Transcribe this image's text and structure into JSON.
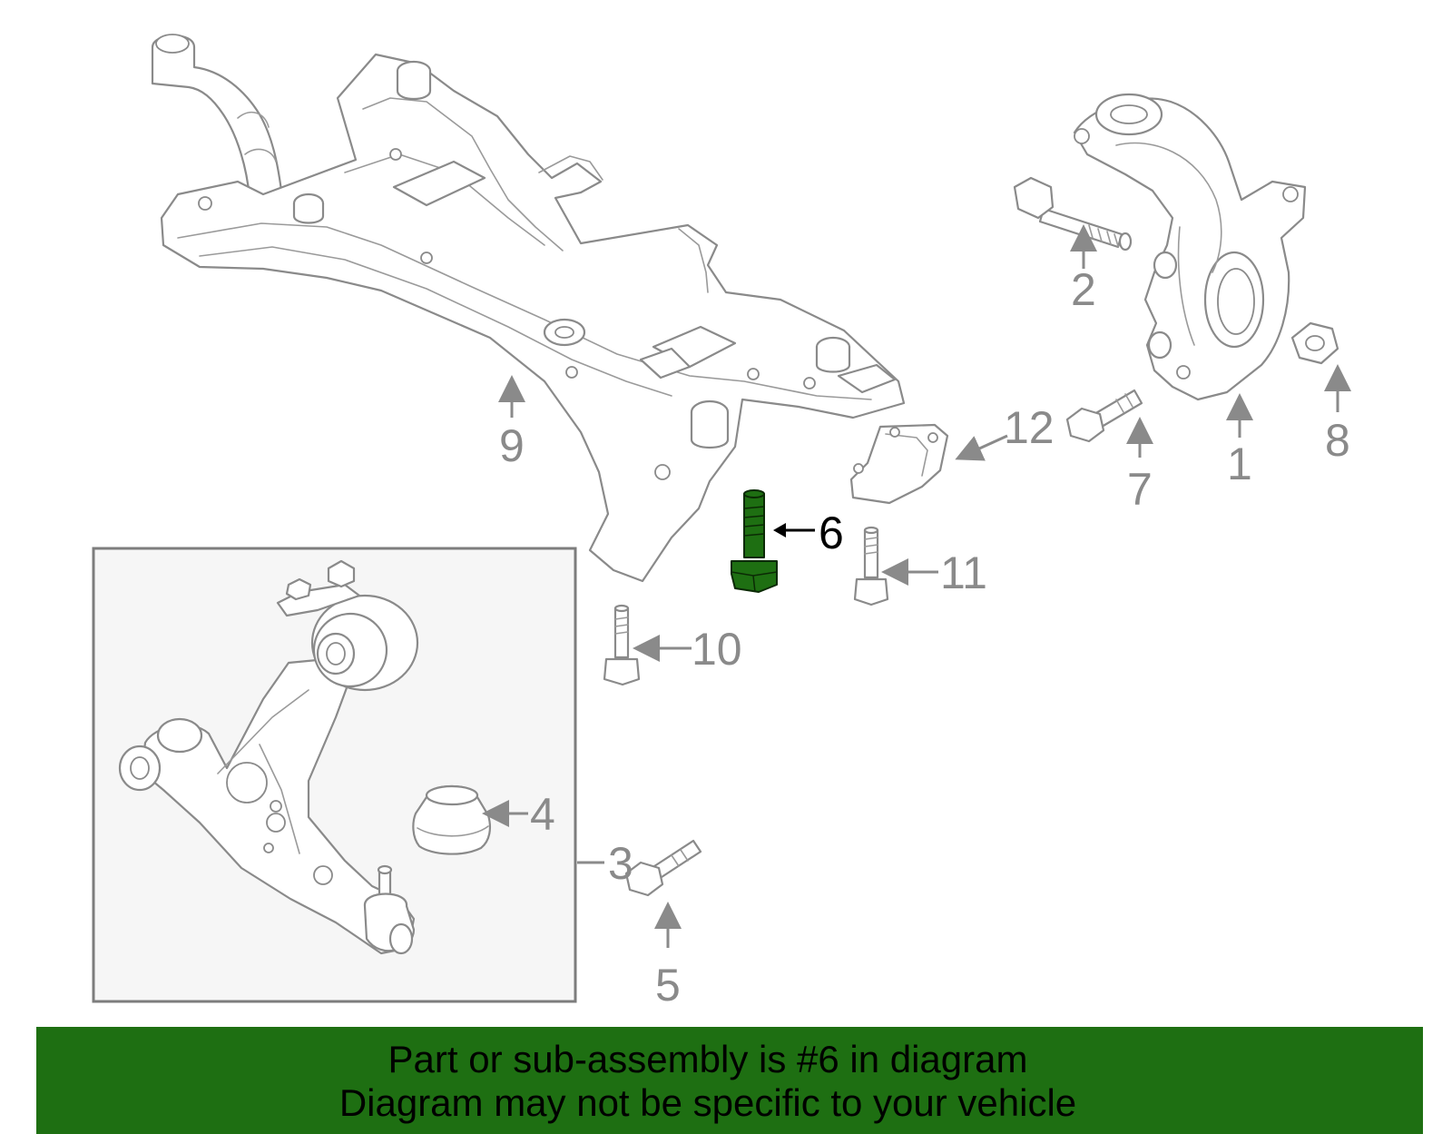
{
  "callouts": {
    "c1": "1",
    "c2": "2",
    "c3": "3",
    "c4": "4",
    "c5": "5",
    "c6": "6",
    "c7": "7",
    "c8": "8",
    "c9": "9",
    "c10": "10",
    "c11": "11",
    "c12": "12"
  },
  "highlight": {
    "part_number": "6",
    "color": "#1e6f12"
  },
  "banner": {
    "line1": "Part or sub-assembly is #6 in diagram",
    "line2": "Diagram may not be specific to your vehicle",
    "background": "#1e6f12"
  }
}
